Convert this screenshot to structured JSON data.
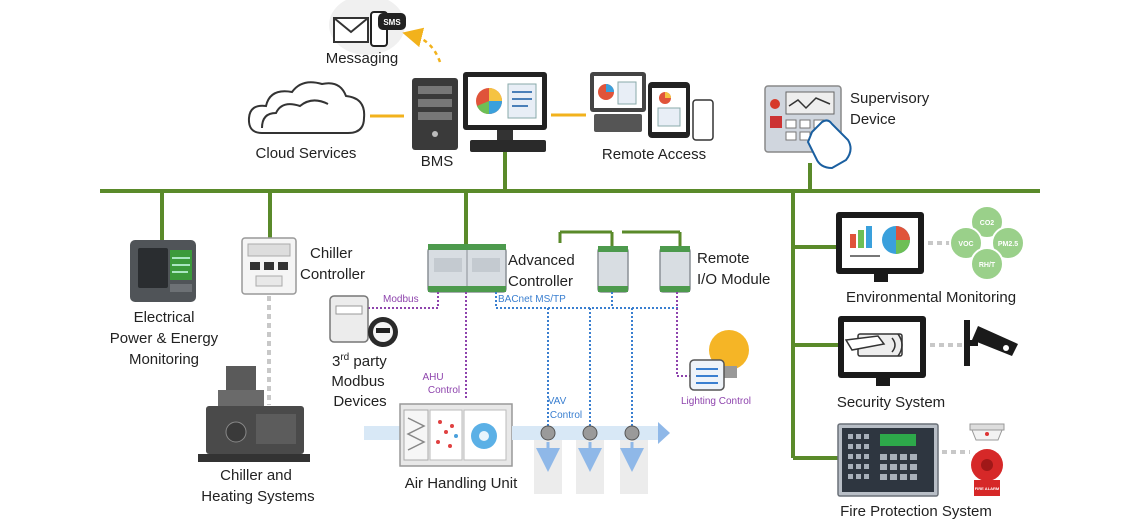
{
  "labels": {
    "messaging": "Messaging",
    "sms": "SMS",
    "cloud_services": "Cloud Services",
    "bms": "BMS",
    "remote_access": "Remote Access",
    "supervisory_line1": "Supervisory",
    "supervisory_line2": "Device",
    "electrical_line1": "Electrical",
    "electrical_line2": "Power & Energy",
    "electrical_line3": "Monitoring",
    "chiller_ctrl_line1": "Chiller",
    "chiller_ctrl_line2": "Controller",
    "advanced_line1": "Advanced",
    "advanced_line2": "Controller",
    "remote_io_line1": "Remote",
    "remote_io_line2": "I/O Module",
    "modbus": "Modbus",
    "bacnet": "BACnet MS/TP",
    "third_party_prefix": "3",
    "third_party_sup": "rd",
    "third_party_suffix": " party",
    "third_party_line2": "Modbus",
    "third_party_line3": "Devices",
    "ahu_control_line1": "AHU",
    "ahu_control_line2": "Control",
    "vav_control_line1": "VAV",
    "vav_control_line2": "Control",
    "lighting_control": "Lighting Control",
    "chiller_heating_line1": "Chiller and",
    "chiller_heating_line2": "Heating Systems",
    "air_handling_unit": "Air Handling Unit",
    "environmental_monitoring": "Environmental Monitoring",
    "security_system": "Security System",
    "fire_protection_system": "Fire Protection System",
    "sensor_co2": "CO2",
    "sensor_voc": "VOC",
    "sensor_pm": "PM2.5",
    "sensor_rh": "RH/T",
    "fire_alarm_text": "FIRE ALARM"
  },
  "colors": {
    "network_line": "#5a8a2a",
    "link_line": "#f2b21c",
    "modbus": "#8e44ad",
    "bacnet": "#3a7fd0",
    "lighting": "#8e44ad",
    "messaging_arrow": "#f2b21c",
    "grey_dotted": "#c8c8c8"
  }
}
